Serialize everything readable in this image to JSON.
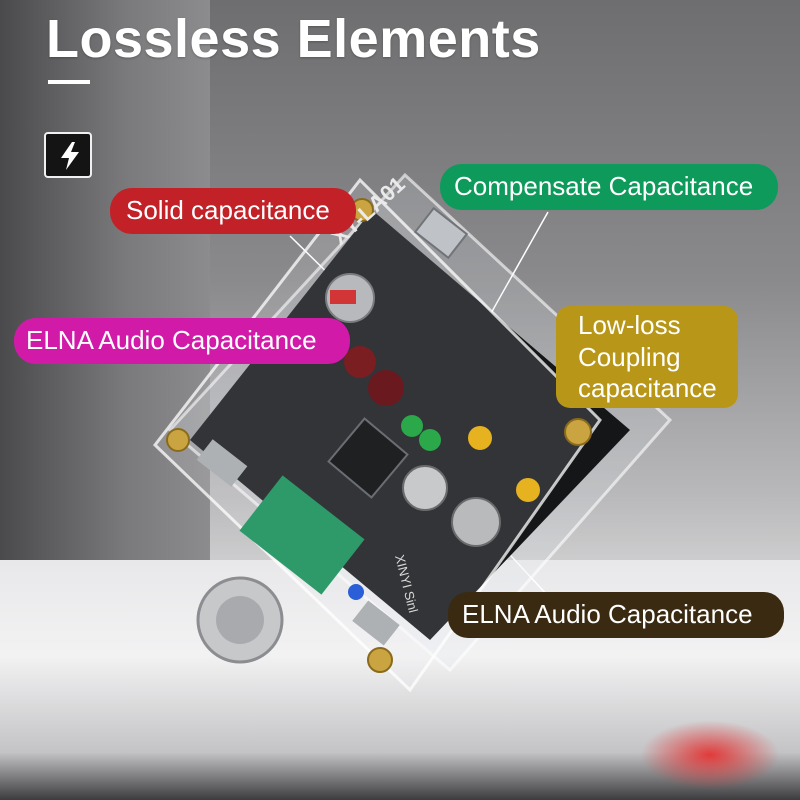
{
  "title": "Lossless Elements",
  "icon": "lightning-bolt-icon",
  "callouts": {
    "solid": {
      "text": "Solid capacitance",
      "color": "#c22127"
    },
    "compensate": {
      "text": "Compensate Capacitance",
      "color": "#0e9a5a"
    },
    "elna_top": {
      "text": "ELNA Audio Capacitance",
      "color": "#d21aa9"
    },
    "low_loss": {
      "line1": "Low-loss",
      "line2": "Coupling",
      "line3": "capacitance",
      "color": "#b89618"
    },
    "elna_bottom": {
      "text": "ELNA Audio Capacitance",
      "color": "#3b2a12"
    }
  },
  "board": {
    "model_text": "XY-LA01",
    "brand_text": "XINYI Sinl"
  }
}
